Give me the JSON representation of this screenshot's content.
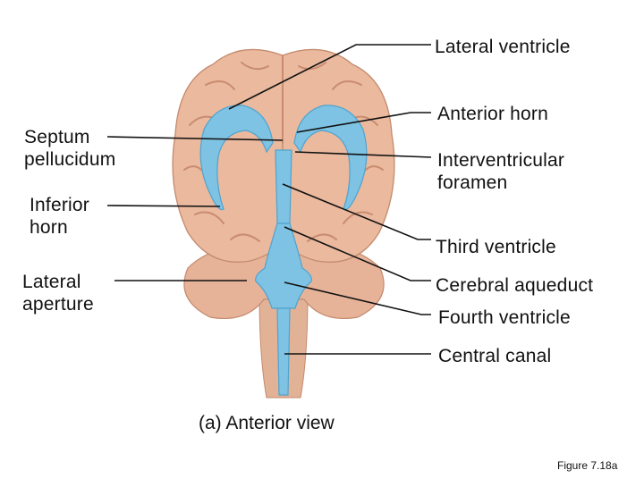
{
  "labels": {
    "lateral_ventricle": "Lateral ventricle",
    "anterior_horn": "Anterior horn",
    "septum_pellucidum": "Septum\npellucidum",
    "interventricular_foramen": "Interventricular\nforamen",
    "inferior_horn": "Inferior\nhorn",
    "third_ventricle": "Third ventricle",
    "lateral_aperture": "Lateral\naperture",
    "cerebral_aqueduct": "Cerebral aqueduct",
    "fourth_ventricle": "Fourth ventricle",
    "central_canal": "Central canal"
  },
  "caption": "(a) Anterior view",
  "figure_number": "Figure 7.18a",
  "colors": {
    "brain": "#e9b79b",
    "brain_shadow": "#cf9478",
    "ventricle": "#7ec3e3",
    "ventricle_dark": "#4fa3cf",
    "leader_line": "#111111"
  }
}
